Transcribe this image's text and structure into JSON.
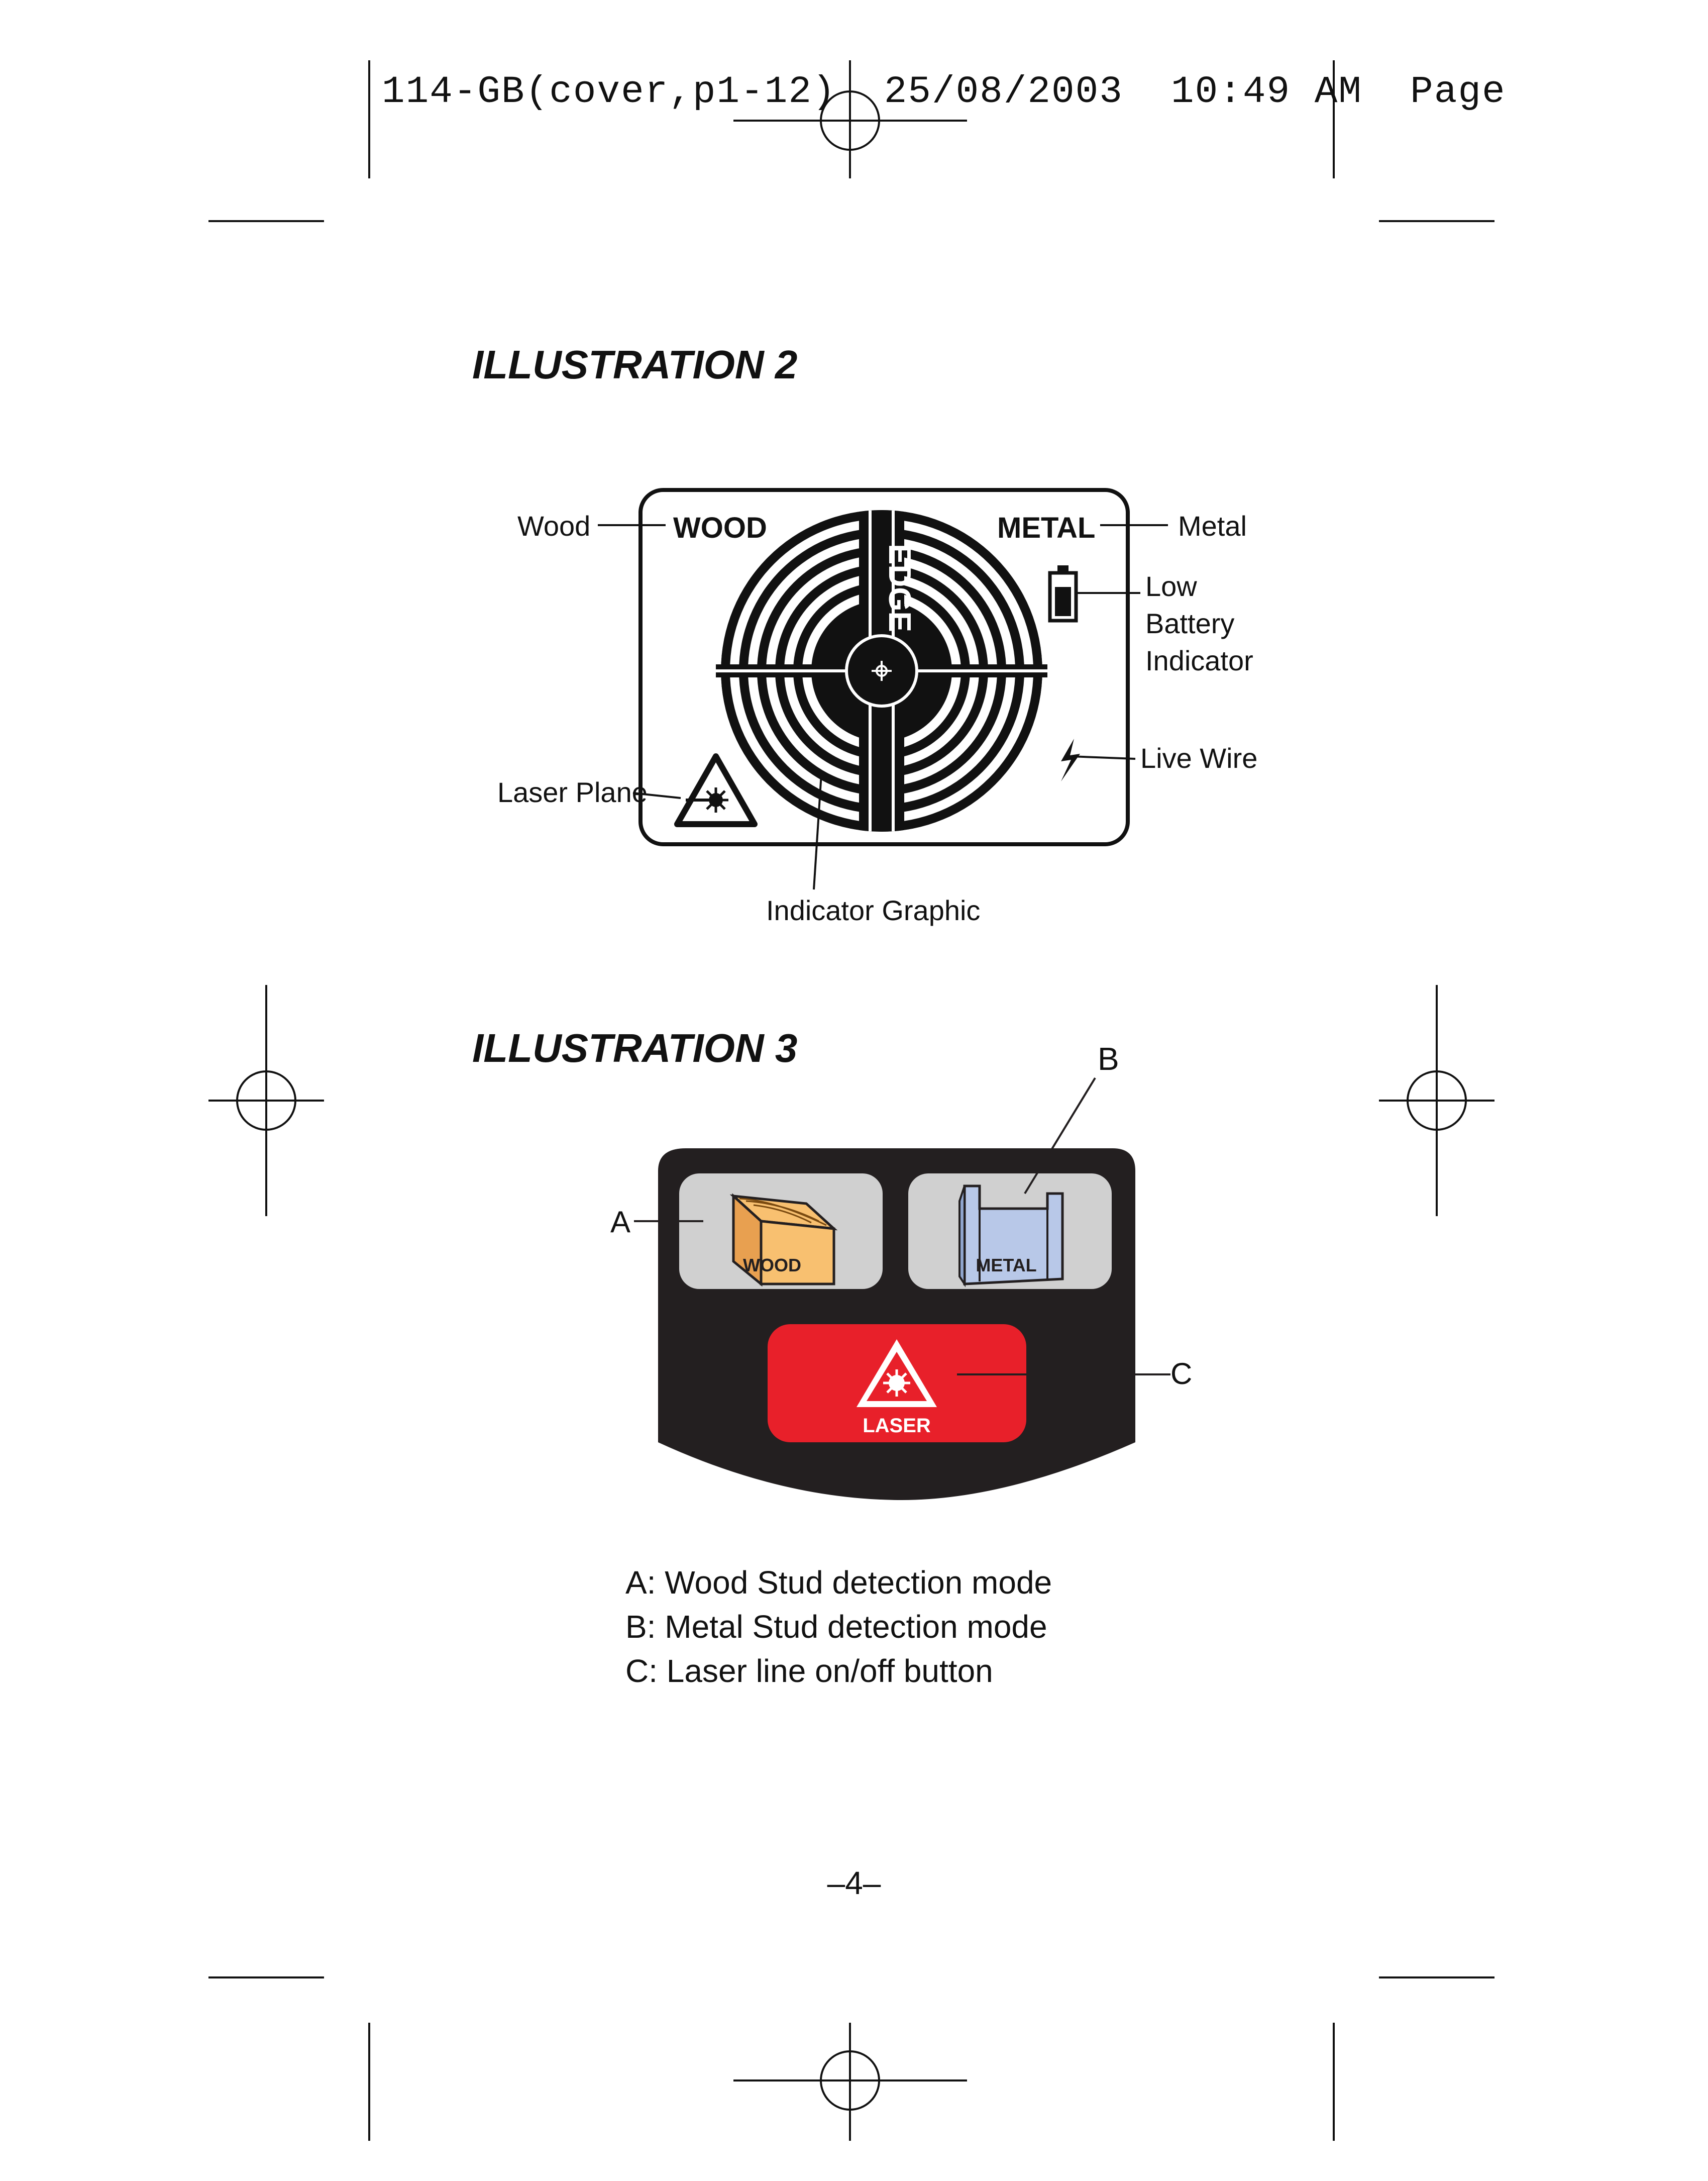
{
  "header": {
    "slug": "114-GB(cover,p1-12)  25/08/2003  10:49 AM  Page"
  },
  "illustration2": {
    "title": "ILLUSTRATION 2",
    "display": {
      "wood_text": "WOOD",
      "metal_text": "METAL",
      "brand": "EDGE"
    },
    "callouts": {
      "wood": "Wood",
      "metal": "Metal",
      "low_battery": [
        "Low",
        "Battery",
        "Indicator"
      ],
      "live_wire": "Live Wire",
      "laser_plane": "Laser Plane",
      "indicator_graphic": "Indicator Graphic"
    }
  },
  "illustration3": {
    "title": "ILLUSTRATION 3",
    "buttons": {
      "wood": "WOOD",
      "metal": "METAL",
      "laser": "LASER"
    },
    "callouts": {
      "a": "A",
      "b": "B",
      "c": "C"
    },
    "colors": {
      "wood": "#f8c070",
      "metal": "#b8c8e8",
      "laser": "#e8202a",
      "panel": "#231f20",
      "button_bg": "#d0d0d0"
    },
    "legend": [
      "A: Wood Stud detection mode",
      "B: Metal Stud detection mode",
      "C: Laser line on/off button"
    ]
  },
  "footer": {
    "page_number": "–4–"
  }
}
